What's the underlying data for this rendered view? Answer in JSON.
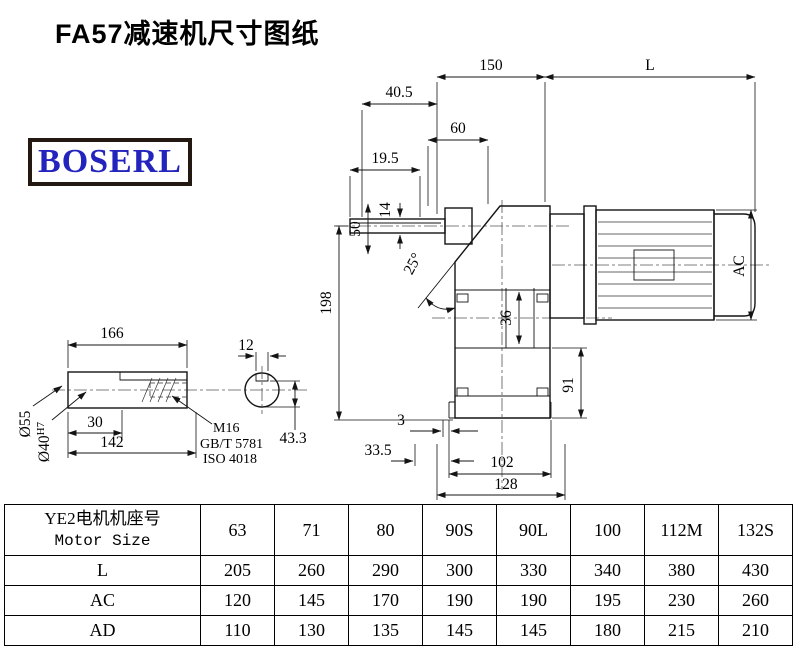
{
  "page": {
    "title": "FA57减速机尺寸图纸",
    "logo": "BOSERL"
  },
  "drawing": {
    "main_dims": {
      "d150": "150",
      "dL": "L",
      "d40_5": "40.5",
      "d60": "60",
      "d19_5": "19.5",
      "d14": "14",
      "d50": "50",
      "a25": "25°",
      "d198": "198",
      "d36": "36",
      "d91": "91",
      "ac": "AC",
      "d3": "3",
      "d33_5": "33.5",
      "d102": "102",
      "d128": "128"
    },
    "shaft_detail": {
      "d166": "166",
      "d30": "30",
      "d142": "142",
      "dia55": "Ø55",
      "dia40": "Ø40",
      "h7": "H7",
      "m16": "M16",
      "std1": "GB/T 5781",
      "std2": "ISO 4018",
      "d12": "12",
      "d43_3": "43.3"
    }
  },
  "table": {
    "header": {
      "line1": "YE2电机机座号",
      "line2": "Motor Size"
    },
    "sizes": [
      "63",
      "71",
      "80",
      "90S",
      "90L",
      "100",
      "112M",
      "132S"
    ],
    "rows": [
      {
        "label": "L",
        "values": [
          "205",
          "260",
          "290",
          "300",
          "330",
          "340",
          "380",
          "430"
        ]
      },
      {
        "label": "AC",
        "values": [
          "120",
          "145",
          "170",
          "190",
          "190",
          "195",
          "230",
          "260"
        ]
      },
      {
        "label": "AD",
        "values": [
          "110",
          "130",
          "135",
          "145",
          "145",
          "180",
          "215",
          "210"
        ]
      }
    ]
  }
}
